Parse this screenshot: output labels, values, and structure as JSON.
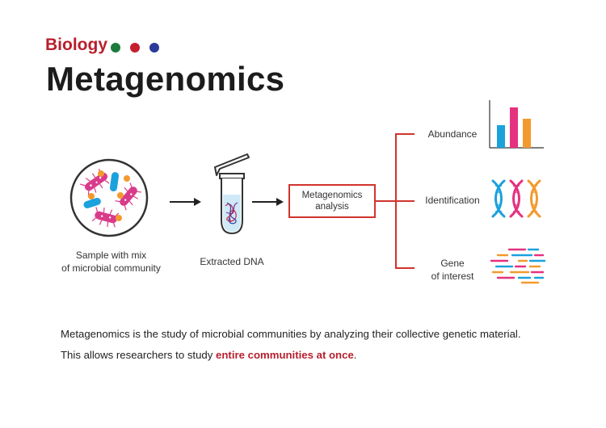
{
  "header": {
    "subject": "Biology",
    "dot_colors": [
      "#1d7a3e",
      "#c41f2f",
      "#2b3a9a"
    ],
    "title": "Metagenomics"
  },
  "flow": {
    "sample_label_line1": "Sample with mix",
    "sample_label_line2": "of microbial community",
    "dna_label": "Extracted DNA",
    "process_line1": "Metagenomics",
    "process_line2": "analysis"
  },
  "outputs": {
    "abundance": "Abundance",
    "identification": "Identification",
    "gene_line1": "Gene",
    "gene_line2": "of interest"
  },
  "colors": {
    "accent_red": "#d0342c",
    "bacteria_pink": "#d93a8a",
    "bacteria_blue": "#1ba1dc",
    "spore_orange": "#f39a2e",
    "bar_blue": "#1ba1dc",
    "bar_pink": "#e6317f",
    "bar_orange": "#f39a2e"
  },
  "description": {
    "line1": "Metagenomics is the study of microbial communities by analyzing their collective genetic material.",
    "line2_before": "This allows researchers to study ",
    "line2_highlight": "entire communities at once",
    "line2_after": "."
  }
}
